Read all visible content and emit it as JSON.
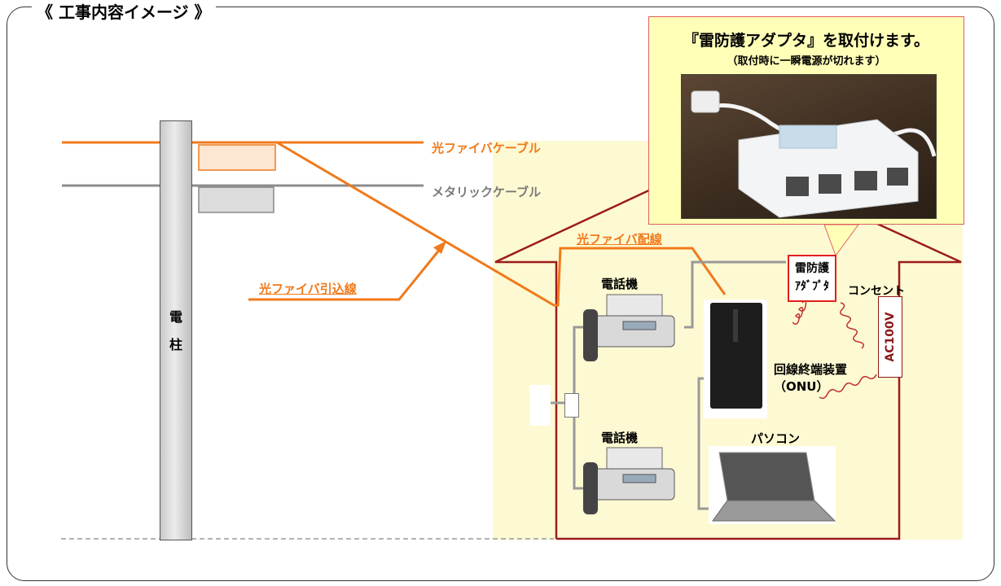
{
  "frame": {
    "title": "《 工事内容イメージ 》"
  },
  "pole": {
    "label_top": "電",
    "label_bottom": "柱"
  },
  "cables": {
    "fiber_cable": "光ファイバケーブル",
    "metallic_cable": "メタリックケーブル",
    "fiber_dropline": "光ファイバ引込線",
    "fiber_wiring": "光ファイバ配線"
  },
  "devices": {
    "phone_1": "電話機",
    "phone_2": "電話機",
    "adapter_line1": "雷防護",
    "adapter_line2": "ｱﾀﾞﾌﾟﾀ",
    "outlet_label": "コンセント",
    "outlet_voltage": "AC100V",
    "onu_line1": "回線終端装置",
    "onu_line2": "（ONU）",
    "pc": "パソコン"
  },
  "callout": {
    "title": "『雷防護アダプタ』を取付けます。",
    "subtitle": "（取付時に一瞬電源が切れます）"
  },
  "colors": {
    "fiber": "#f07a1c",
    "metallic": "#8c8c8c",
    "house_outline": "#9b1c1c",
    "house_fill": "#fdf9d2",
    "callout_fill": "#ffffb8",
    "adapter_border": "#e02020",
    "surge_wire": "#c03030"
  }
}
